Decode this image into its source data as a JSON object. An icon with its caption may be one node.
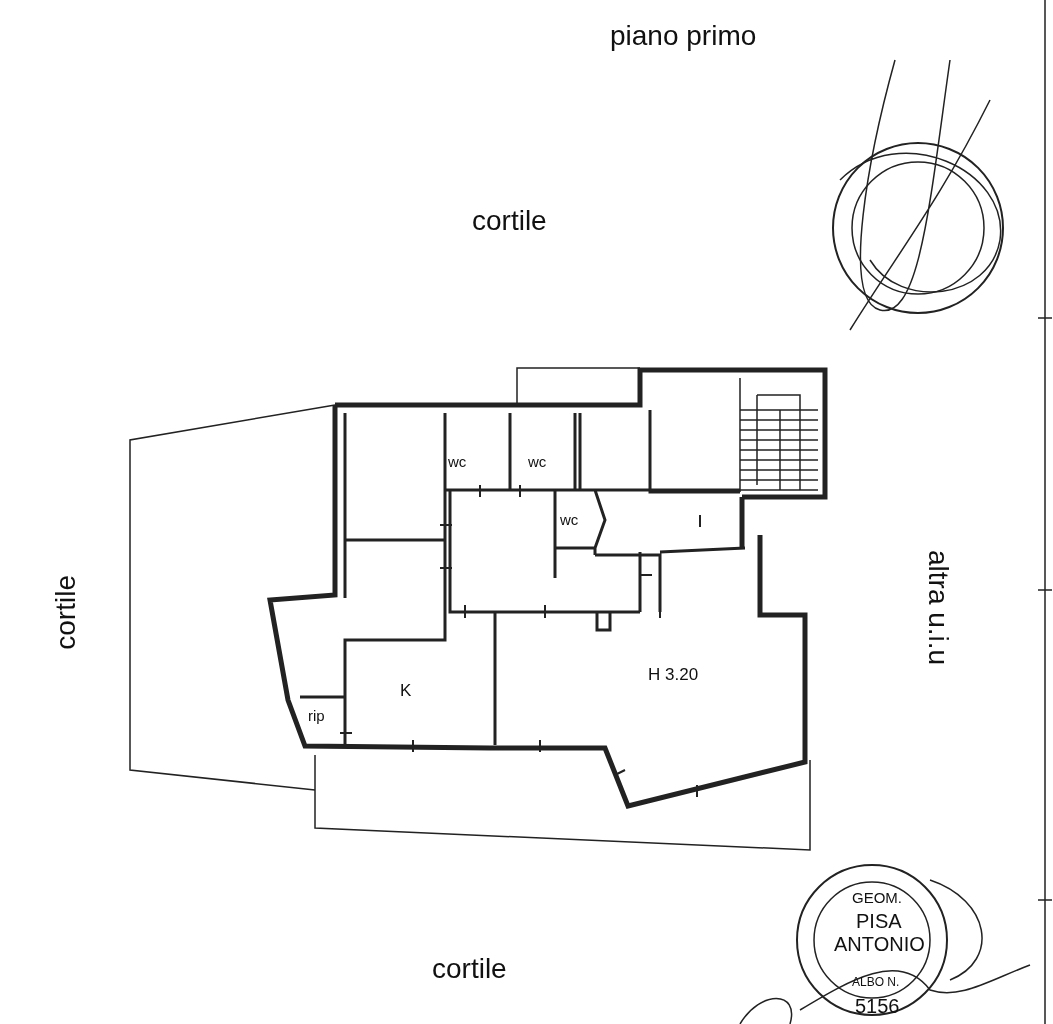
{
  "diagram": {
    "title": "piano primo",
    "labels": [
      "cortile",
      "cortile",
      "altra u.i.u",
      "wc",
      "wc",
      "wc",
      "K",
      "H 3.20",
      "rip",
      "cortile",
      "GEOM.",
      "PISA",
      "ANTONIO",
      "ALBO N.",
      "5156"
    ]
  }
}
